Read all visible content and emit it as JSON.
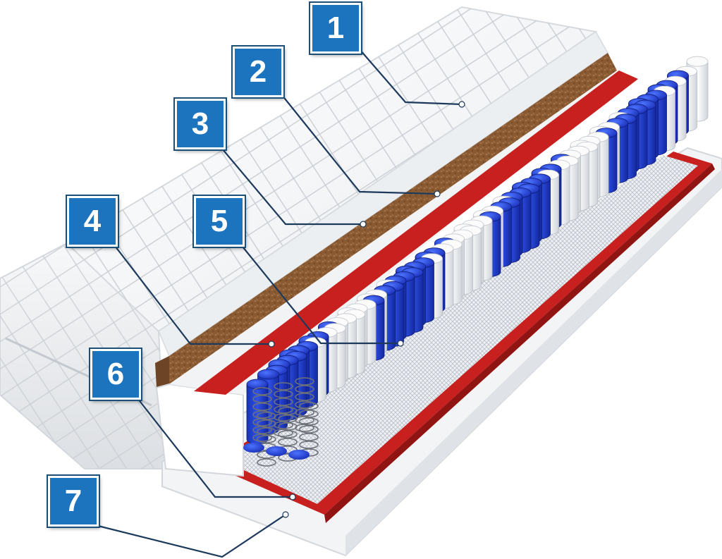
{
  "callouts": [
    {
      "number": "1",
      "part": "top-cover-foam"
    },
    {
      "number": "2",
      "part": "coconut-layer"
    },
    {
      "number": "3",
      "part": "foam-layer"
    },
    {
      "number": "4",
      "part": "red-felt-top"
    },
    {
      "number": "5",
      "part": "pocket-springs"
    },
    {
      "number": "6",
      "part": "spring-mesh"
    },
    {
      "number": "7",
      "part": "bottom-base"
    }
  ],
  "colors": {
    "badge": "#1b74bd",
    "spring_blue": "#1e3fd0",
    "spring_white": "#f4f4f4",
    "felt_red": "#c8201e",
    "coconut": "#8a5a32",
    "leader_line": "#1d3a5c"
  }
}
